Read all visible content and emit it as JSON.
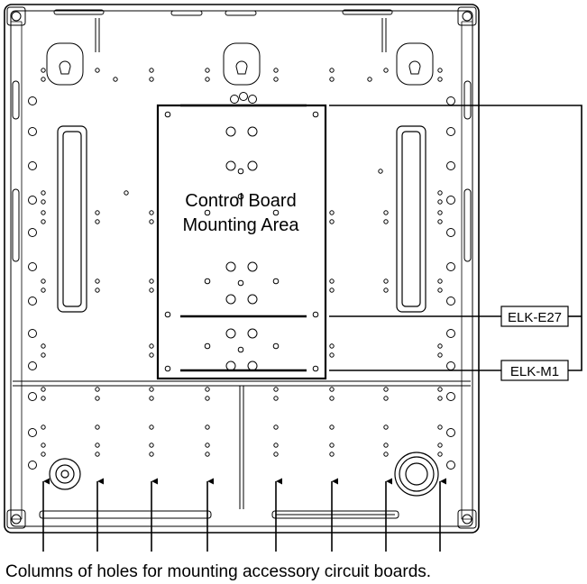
{
  "diagram": {
    "area_label_line1": "Control Board",
    "area_label_line2": "Mounting Area",
    "tag_e27": "ELK-E27",
    "tag_m1": "ELK-M1",
    "caption": "Columns of holes for mounting accessory circuit boards."
  },
  "colors": {
    "stroke": "#000000",
    "background": "#ffffff"
  }
}
